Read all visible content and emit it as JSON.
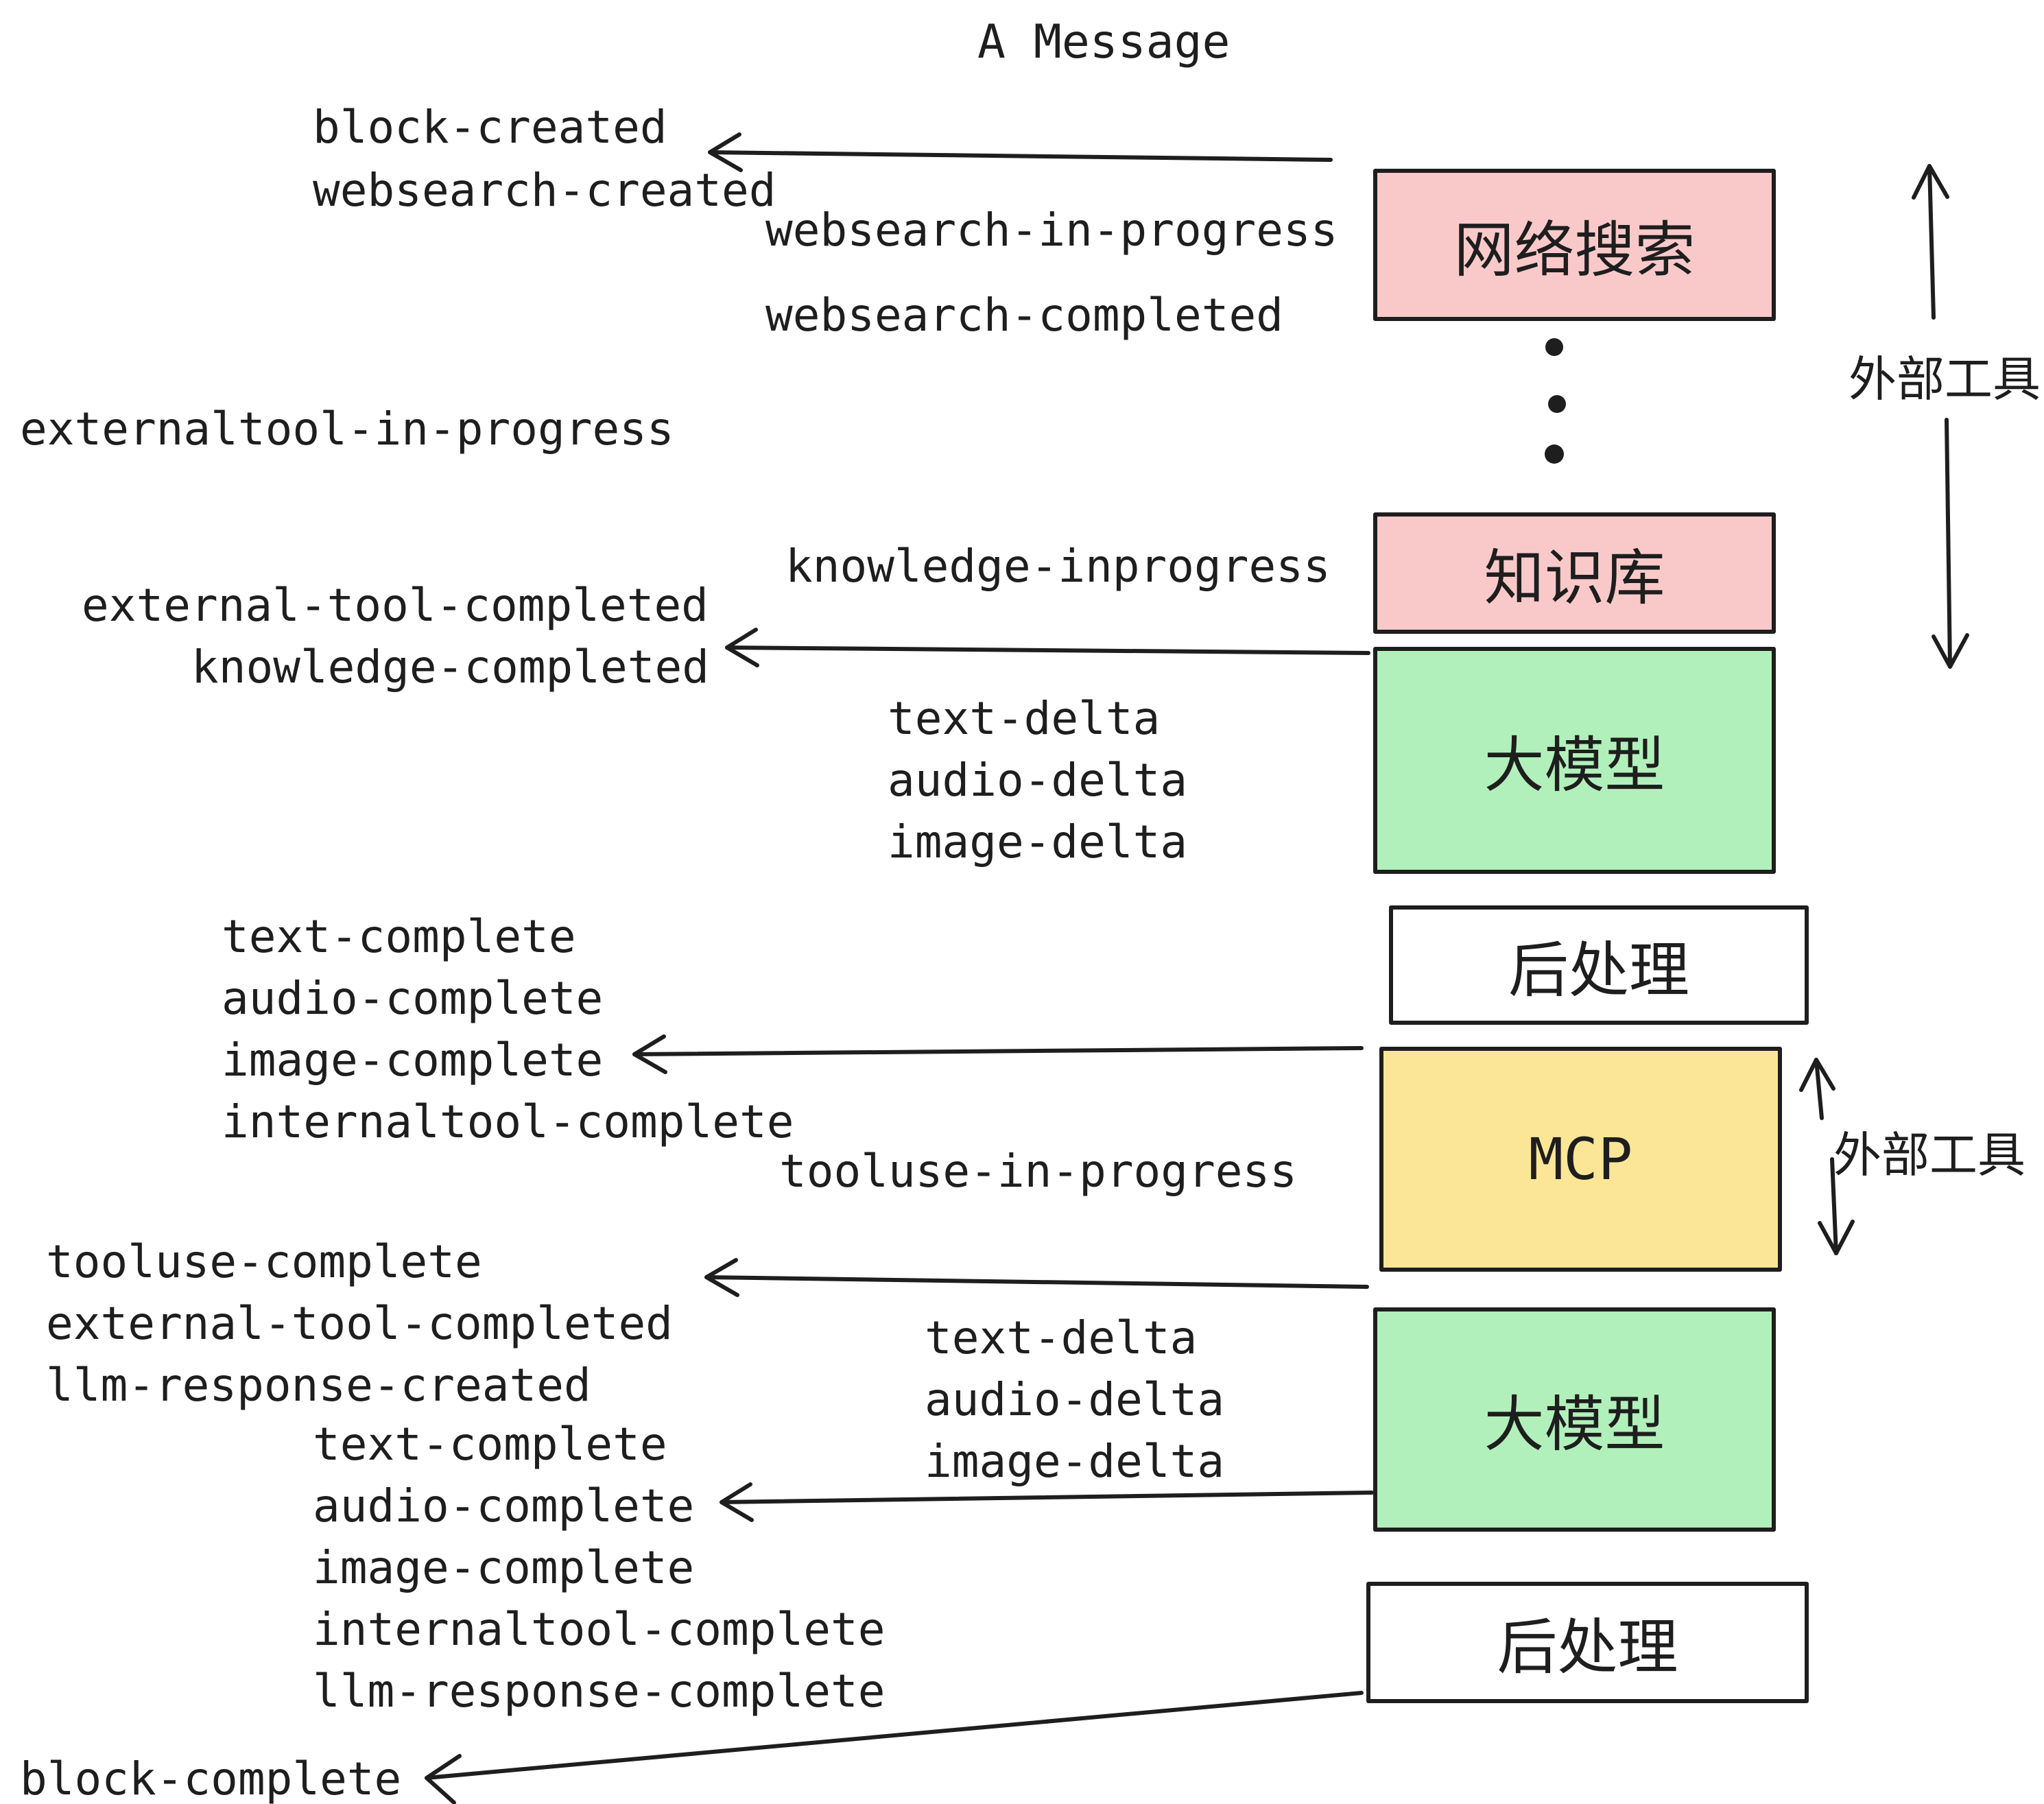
{
  "title": "A Message",
  "labels": {
    "block_created": "block-created",
    "websearch_created": "websearch-created",
    "websearch_in_progress": "websearch-in-progress",
    "websearch_completed": "websearch-completed",
    "externaltool_in_progress": "externaltool-in-progress",
    "knowledge_inprogress": "knowledge-inprogress",
    "external_tool_completed": "external-tool-completed",
    "knowledge_completed": "knowledge-completed",
    "text_delta": "text-delta",
    "audio_delta": "audio-delta",
    "image_delta": "image-delta",
    "text_complete": "text-complete",
    "audio_complete": "audio-complete",
    "image_complete": "image-complete",
    "internaltool_complete": "internaltool-complete",
    "tooluse_in_progress": "tooluse-in-progress",
    "tooluse_complete": "tooluse-complete",
    "llm_response_created": "llm-response-created",
    "llm_response_complete": "llm-response-complete",
    "block_complete": "block-complete"
  },
  "boxes": {
    "websearch": "网络搜索",
    "knowledge": "知识库",
    "llm": "大模型",
    "postprocess": "后处理",
    "mcp": "MCP"
  },
  "side_labels": {
    "external_tools": "外部工具"
  },
  "colors": {
    "pink": "#f9c9c9",
    "green": "#b2f0bb",
    "yellow": "#fae696",
    "white": "#ffffff",
    "ink": "#1e1e1e"
  }
}
